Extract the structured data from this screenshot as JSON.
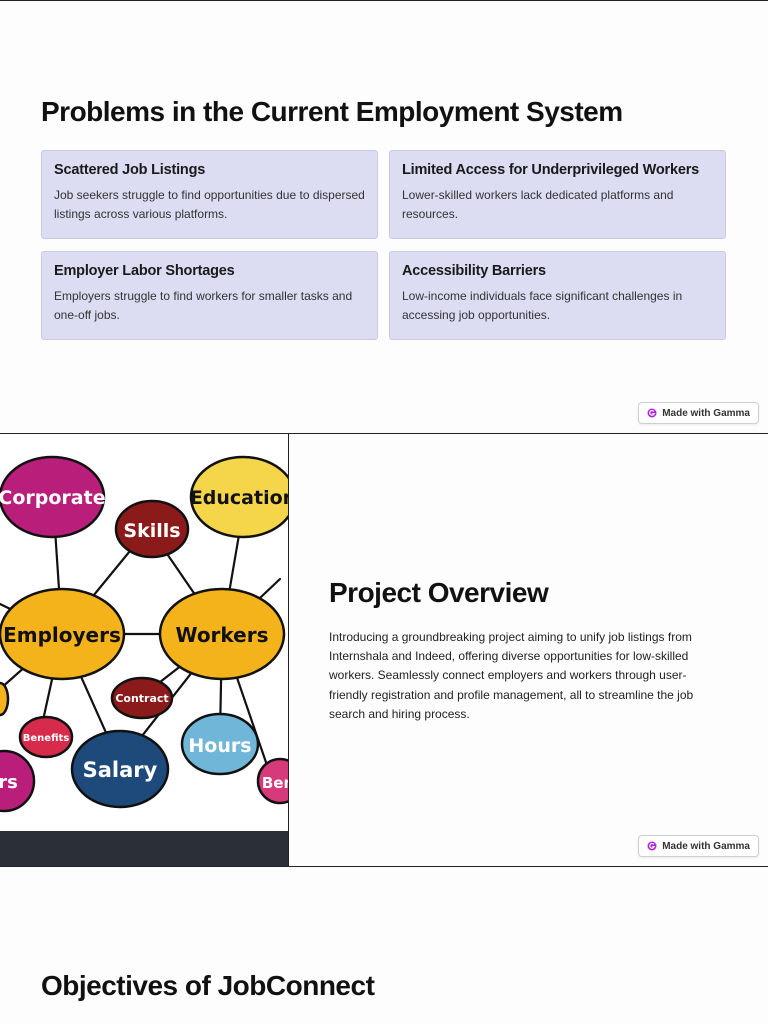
{
  "slide1": {
    "title": "Problems in the Current Employment System",
    "cards": [
      {
        "title": "Scattered Job Listings",
        "text": "Job seekers struggle to find opportunities due to dispersed listings across various platforms."
      },
      {
        "title": "Limited Access for Underprivileged Workers",
        "text": "Lower-skilled workers lack dedicated platforms and resources."
      },
      {
        "title": "Employer Labor Shortages",
        "text": "Employers struggle to find workers for smaller tasks and one-off jobs."
      },
      {
        "title": "Accessibility Barriers",
        "text": "Low-income individuals face significant challenges in accessing job opportunities."
      }
    ],
    "badge": "Made with Gamma"
  },
  "slide2": {
    "image_bubbles": [
      "Corporate",
      "Education",
      "Skills",
      "Employers",
      "Workers",
      "Contract",
      "Benefits",
      "Hours",
      "Salary",
      "rs",
      "Ben"
    ],
    "title": "Project Overview",
    "text": "Introducing a groundbreaking project aiming to unify job listings from Internshala and Indeed, offering diverse opportunities for low-skilled workers. Seamlessly connect employers and workers through user-friendly registration and profile management, all to streamline the job search and hiring process.",
    "badge": "Made with Gamma"
  },
  "slide3": {
    "title": "Objectives of JobConnect"
  },
  "colors": {
    "card_bg": "#dcdcf3",
    "gamma_logo": "#b026d9"
  }
}
